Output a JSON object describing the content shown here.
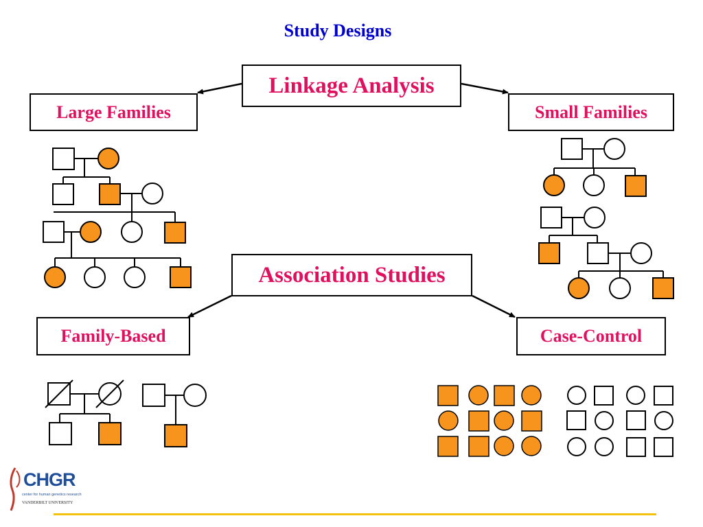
{
  "title": "Study Designs",
  "boxes": {
    "linkage": "Linkage Analysis",
    "large_families": "Large Families",
    "small_families": "Small Families",
    "association": "Association Studies",
    "family_based": "Family-Based",
    "case_control": "Case-Control"
  },
  "logo": {
    "name": "CHGR",
    "subtitle": "center for human genetics research",
    "university": "VANDERBILT UNIVERSITY"
  },
  "colors": {
    "affected": "#f7941d",
    "title": "#0000cc",
    "box_text": "#e0105f",
    "footer_line": "#f4c20d"
  }
}
